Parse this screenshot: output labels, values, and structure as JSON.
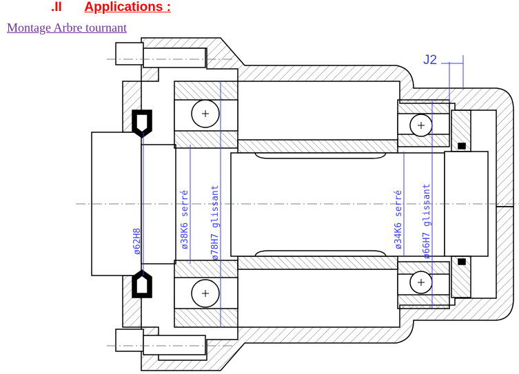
{
  "section": {
    "number": ".II",
    "title": "Applications :"
  },
  "subtitle": "Montage Arbre tournant",
  "drawing": {
    "labels": {
      "d62": "ø62H8",
      "d38": "ø38K6 serré",
      "d78": "ø78H7 glissant",
      "d34": "ø34K6 serré",
      "d66": "ø66H7 glissant",
      "j2": "J2"
    },
    "colors": {
      "line": "#000000",
      "dimension": "#3b3bff",
      "heading": "#ff0000",
      "subtitle": "#7030a0"
    }
  }
}
